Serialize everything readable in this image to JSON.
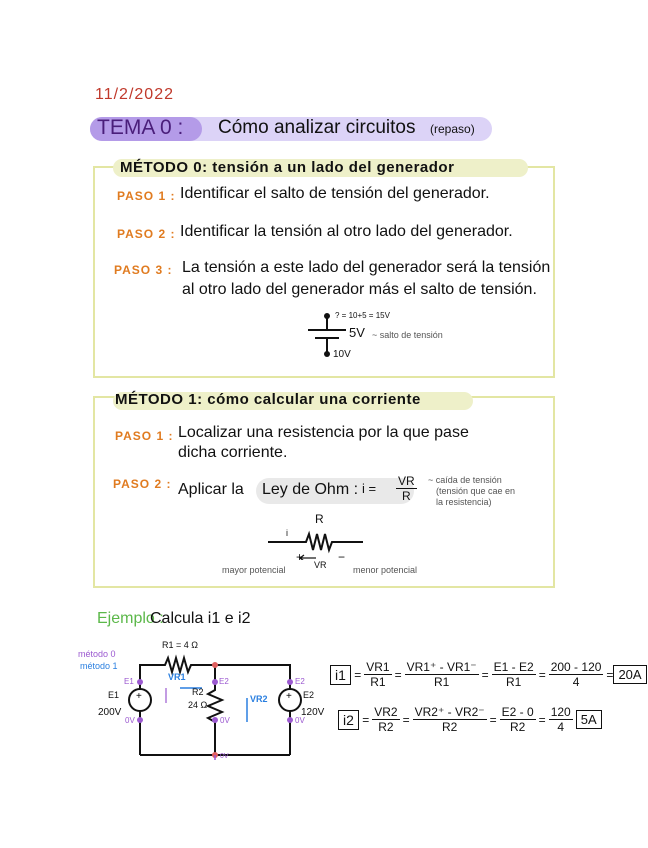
{
  "date": "11/2/2022",
  "tema": {
    "label": "TEMA 0 :",
    "title": "Cómo analizar circuitos",
    "subtitle": "(repaso)"
  },
  "metodo0": {
    "header": "MÉTODO 0: tensión a un lado del generador",
    "pasos": [
      {
        "label": "PASO 1 :",
        "text": "Identificar el salto de tensión del generador."
      },
      {
        "label": "PASO 2 :",
        "text": "Identificar la tensión al otro lado del generador."
      },
      {
        "label": "PASO 3 :",
        "text": "La tensión a este lado del generador será la tensión",
        "text2": "al otro lado del generador más el salto de tensión."
      }
    ],
    "diagram": {
      "top": "? = 10+5 = 15V",
      "jump": "5V",
      "jump_note": "~ salto de tensión",
      "bottom": "10V"
    }
  },
  "metodo1": {
    "header": "MÉTODO 1: cómo calcular una corriente",
    "pasos": [
      {
        "label": "PASO 1 :",
        "text": "Localizar una resistencia por la que pase",
        "text2": "dicha corriente."
      },
      {
        "label": "PASO 2 :",
        "text": "Aplicar la",
        "ohm": "Ley de Ohm :",
        "formula_lhs": "i =",
        "num": "VR",
        "den": "R"
      }
    ],
    "note": [
      "~ caída de tensión",
      "(tensión que cae en",
      "la resistencia)"
    ],
    "diagram": {
      "r": "R",
      "i": "i",
      "plus": "+",
      "minus": "−",
      "v": "VR",
      "left_note": "mayor potencial",
      "right_note": "menor potencial"
    }
  },
  "ejemplo": {
    "label": "Ejemplo :",
    "text": "Calcula i1 e i2",
    "legend": [
      "método 0",
      "método 1"
    ],
    "circuit": {
      "r1": "R1 = 4 Ω",
      "r2": "R2",
      "r2_val": "24 Ω",
      "e1": "E1",
      "e1_val": "200V",
      "e2": "E2",
      "e2_val": "120V",
      "node_e1": "E1",
      "node_e2": "E2",
      "node_e2b": "E2",
      "zero": "0V",
      "vr1": "VR1",
      "vr2": "VR2",
      "ground": "0V"
    },
    "eq1": {
      "lhs": "i1",
      "f1n": "VR1",
      "f1d": "R1",
      "f2n": "VR1⁺ - VR1⁻",
      "f2d": "R1",
      "f3n": "E1 - E2",
      "f3d": "R1",
      "f4n": "200 - 120",
      "f4d": "4",
      "result": "20A"
    },
    "eq2": {
      "lhs": "i2",
      "f1n": "VR2",
      "f1d": "R2",
      "f2n": "VR2⁺ - VR2⁻",
      "f2d": "R2",
      "f3n": "E2 - 0",
      "f3d": "R2",
      "f4n": "120",
      "f4d": "4",
      "result": "5A"
    }
  },
  "colors": {
    "date": "#c0392b",
    "tema": "#b49be8",
    "box": "#e3e6a3",
    "paso": "#e07b20",
    "ejemplo": "#5cb84a",
    "metodo0": "#9b59d0",
    "metodo1": "#2a7fe0"
  }
}
